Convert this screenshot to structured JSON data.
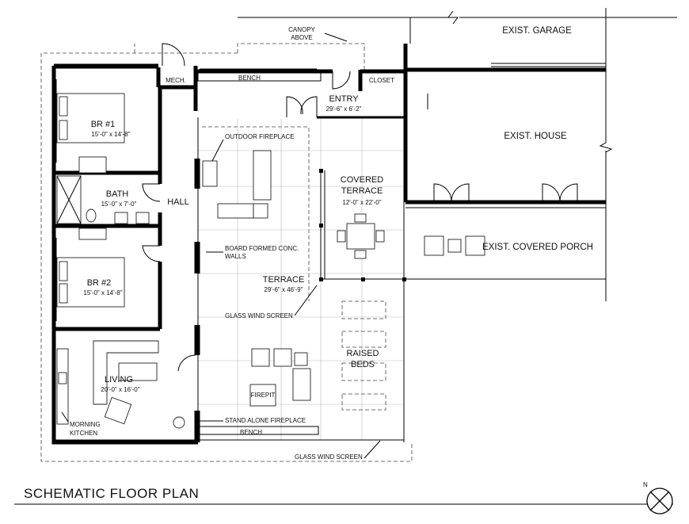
{
  "plan_title": "SCHEMATIC FLOOR PLAN",
  "north_label": "N",
  "rooms": {
    "br1": {
      "name": "BR #1",
      "dims": "15'-0\" x 14'-8\""
    },
    "bath": {
      "name": "BATH",
      "dims": "15'-0\" x 7'-0\""
    },
    "br2": {
      "name": "BR #2",
      "dims": "15'-0\" x 14'-8\""
    },
    "living": {
      "name": "LIVING",
      "dims": "20'-0\" x 16'-0\""
    },
    "hall": {
      "name": "HALL"
    },
    "mech": {
      "name": "MECH."
    },
    "entry": {
      "name": "ENTRY",
      "dims": "29'-6\" x 6'-2\""
    },
    "closet": {
      "name": "CLOSET"
    },
    "covered_terrace": {
      "line1": "COVERED",
      "line2": "TERRACE",
      "dims": "12'-0\" x 22'-0\""
    },
    "terrace": {
      "name": "TERRACE",
      "dims": "29'-6\" x 46'-9\""
    },
    "raised_beds": {
      "line1": "RAISED",
      "line2": "BEDS"
    },
    "exist_garage": {
      "name": "EXIST. GARAGE"
    },
    "exist_house": {
      "name": "EXIST. HOUSE"
    },
    "exist_porch": {
      "name": "EXIST. COVERED PORCH"
    }
  },
  "notes": {
    "canopy_line1": "CANOPY",
    "canopy_line2": "ABOVE",
    "bench_top": "BENCH",
    "bench_bottom": "BENCH",
    "outdoor_fireplace": "OUTDOOR FIREPLACE",
    "board_formed_line1": "BOARD FORMED CONC.",
    "board_formed_line2": "WALLS",
    "glass_wind_screen_1": "GLASS WIND SCREEN",
    "glass_wind_screen_2": "GLASS WIND SCREEN",
    "stand_alone_fireplace": "STAND ALONE FIREPLACE",
    "firepit": "FIREPIT",
    "morning_kitchen_line1": "MORNING",
    "morning_kitchen_line2": "KITCHEN"
  }
}
